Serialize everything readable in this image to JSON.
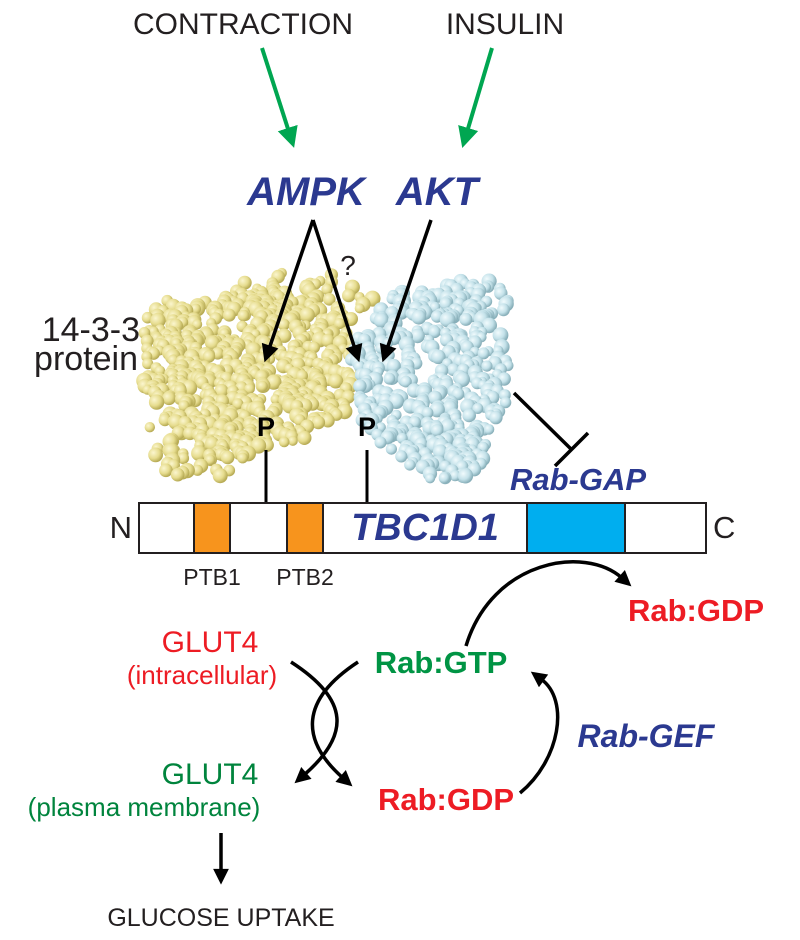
{
  "inputs": {
    "contraction": "CONTRACTION",
    "insulin": "INSULIN"
  },
  "kinases": {
    "ampk": "AMPK",
    "akt": "AKT",
    "uncertain": "?"
  },
  "protein_1433": {
    "line1": "14-3-3",
    "line2": "protein"
  },
  "phospho": {
    "site1": "P",
    "site2": "P"
  },
  "tbc1d1": {
    "name": "TBC1D1",
    "n_term": "N",
    "c_term": "C",
    "domains": {
      "ptb1": "PTB1",
      "ptb2": "PTB2",
      "gap": "Rab-GAP"
    }
  },
  "cycle": {
    "rab_gdp_released": "Rab:GDP",
    "rab_gtp": "Rab:GTP",
    "rab_gdp": "Rab:GDP",
    "gef": "Rab-GEF"
  },
  "glut4": {
    "intracellular_name": "GLUT4",
    "intracellular_loc": "(intracellular)",
    "membrane_name": "GLUT4",
    "membrane_loc": "(plasma membrane)"
  },
  "output": {
    "uptake": "GLUCOSE UPTAKE"
  },
  "colors": {
    "kinase_blue": "#2b3990",
    "activation_green": "#00a651",
    "red": "#ed1c24",
    "dark_green": "#00843d",
    "gtp_green": "#009444",
    "ptb_orange": "#f7941d",
    "gap_cyan": "#00aeef",
    "protein_yellow": "#e9e09a",
    "protein_blue": "#c5e3ea"
  }
}
